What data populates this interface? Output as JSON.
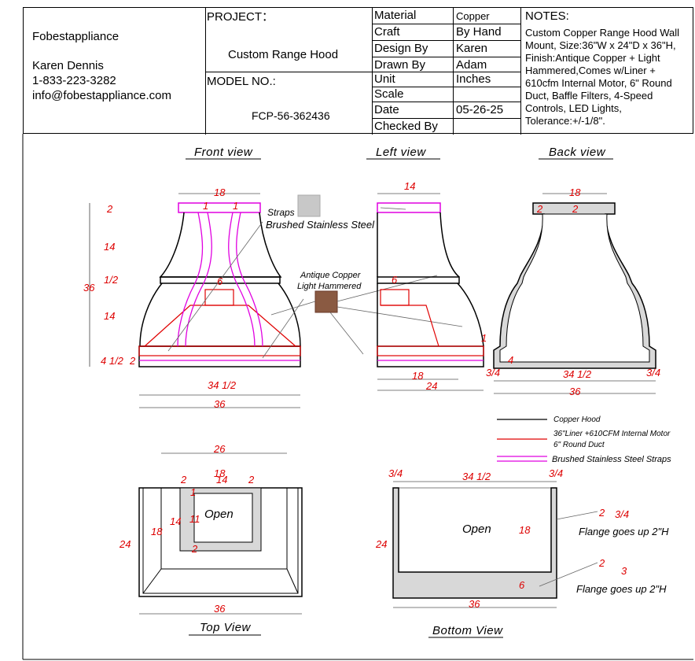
{
  "company": {
    "name": "Fobestappliance",
    "contact": "Karen Dennis",
    "phone": "1-833-223-3282",
    "email": "info@fobestappliance.com"
  },
  "project": {
    "label": "PROJECT：",
    "name": "Custom Range Hood",
    "model_label": "MODEL NO.:",
    "model": "FCP-56-362436"
  },
  "specs": [
    {
      "k": "Material",
      "v": "Copper"
    },
    {
      "k": "Craft",
      "v": "By Hand"
    },
    {
      "k": "Design By",
      "v": "Karen"
    },
    {
      "k": "Drawn By",
      "v": "Adam"
    },
    {
      "k": "Unit",
      "v": "Inches"
    },
    {
      "k": "Scale",
      "v": ""
    },
    {
      "k": "Date",
      "v": "05-26-25"
    },
    {
      "k": "Checked By",
      "v": ""
    }
  ],
  "notes": {
    "label": "NOTES:",
    "text": "Custom Copper  Range Hood Wall Mount, Size:36\"W x 24\"D x 36\"H, Finish:Antique Copper + Light Hammered,Comes w/Liner + 610cfm Internal Motor, 6\" Round Duct, Baffle Filters, 4-Speed Controls, LED Lights, Tolerance:+/-1/8\"."
  },
  "views": {
    "front": "Front view",
    "left": "Left view",
    "back": "Back view",
    "top": "Top View",
    "bottom": "Bottom View"
  },
  "callouts": {
    "straps1": "Straps",
    "straps2": "Brushed Stainless Steel",
    "copper1": "Antique Copper",
    "copper2": "Light Hammered",
    "open": "Open",
    "flange": "Flange goes up 2\"H"
  },
  "legend": [
    {
      "text": "Copper Hood",
      "color": "#000000"
    },
    {
      "text": "36\"Liner +610CFM Internal Motor",
      "text2": "6\" Round Duct",
      "color": "#e00000"
    },
    {
      "text": "Brushed Stainless Steel Straps",
      "color": "#e000e0"
    }
  ],
  "dims": {
    "d18": "18",
    "d2": "2",
    "d1": "1",
    "d14": "14",
    "d36": "36",
    "dhalf": "1/2",
    "d6": "6",
    "d34": "34",
    "d24": "24",
    "d4": "4",
    "d3": "3",
    "d26": "26",
    "d11": "11",
    "d3q": "3/4",
    "d34h": "34 1/2",
    "d4h": "4 1/2"
  },
  "colors": {
    "copper": "#000000",
    "liner": "#e00000",
    "straps": "#e000e0",
    "dim": "#d00000"
  }
}
